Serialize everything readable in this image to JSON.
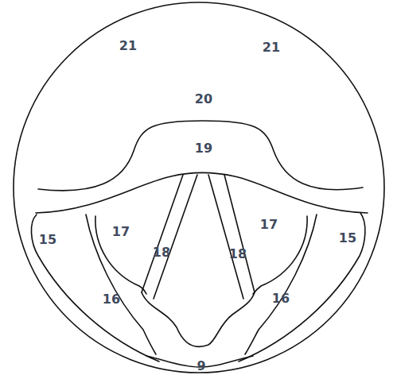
{
  "diagram": {
    "labels": [
      "21",
      "21",
      "20",
      "19",
      "17",
      "17",
      "15",
      "18",
      "18",
      "15",
      "16",
      "16",
      "9"
    ]
  }
}
